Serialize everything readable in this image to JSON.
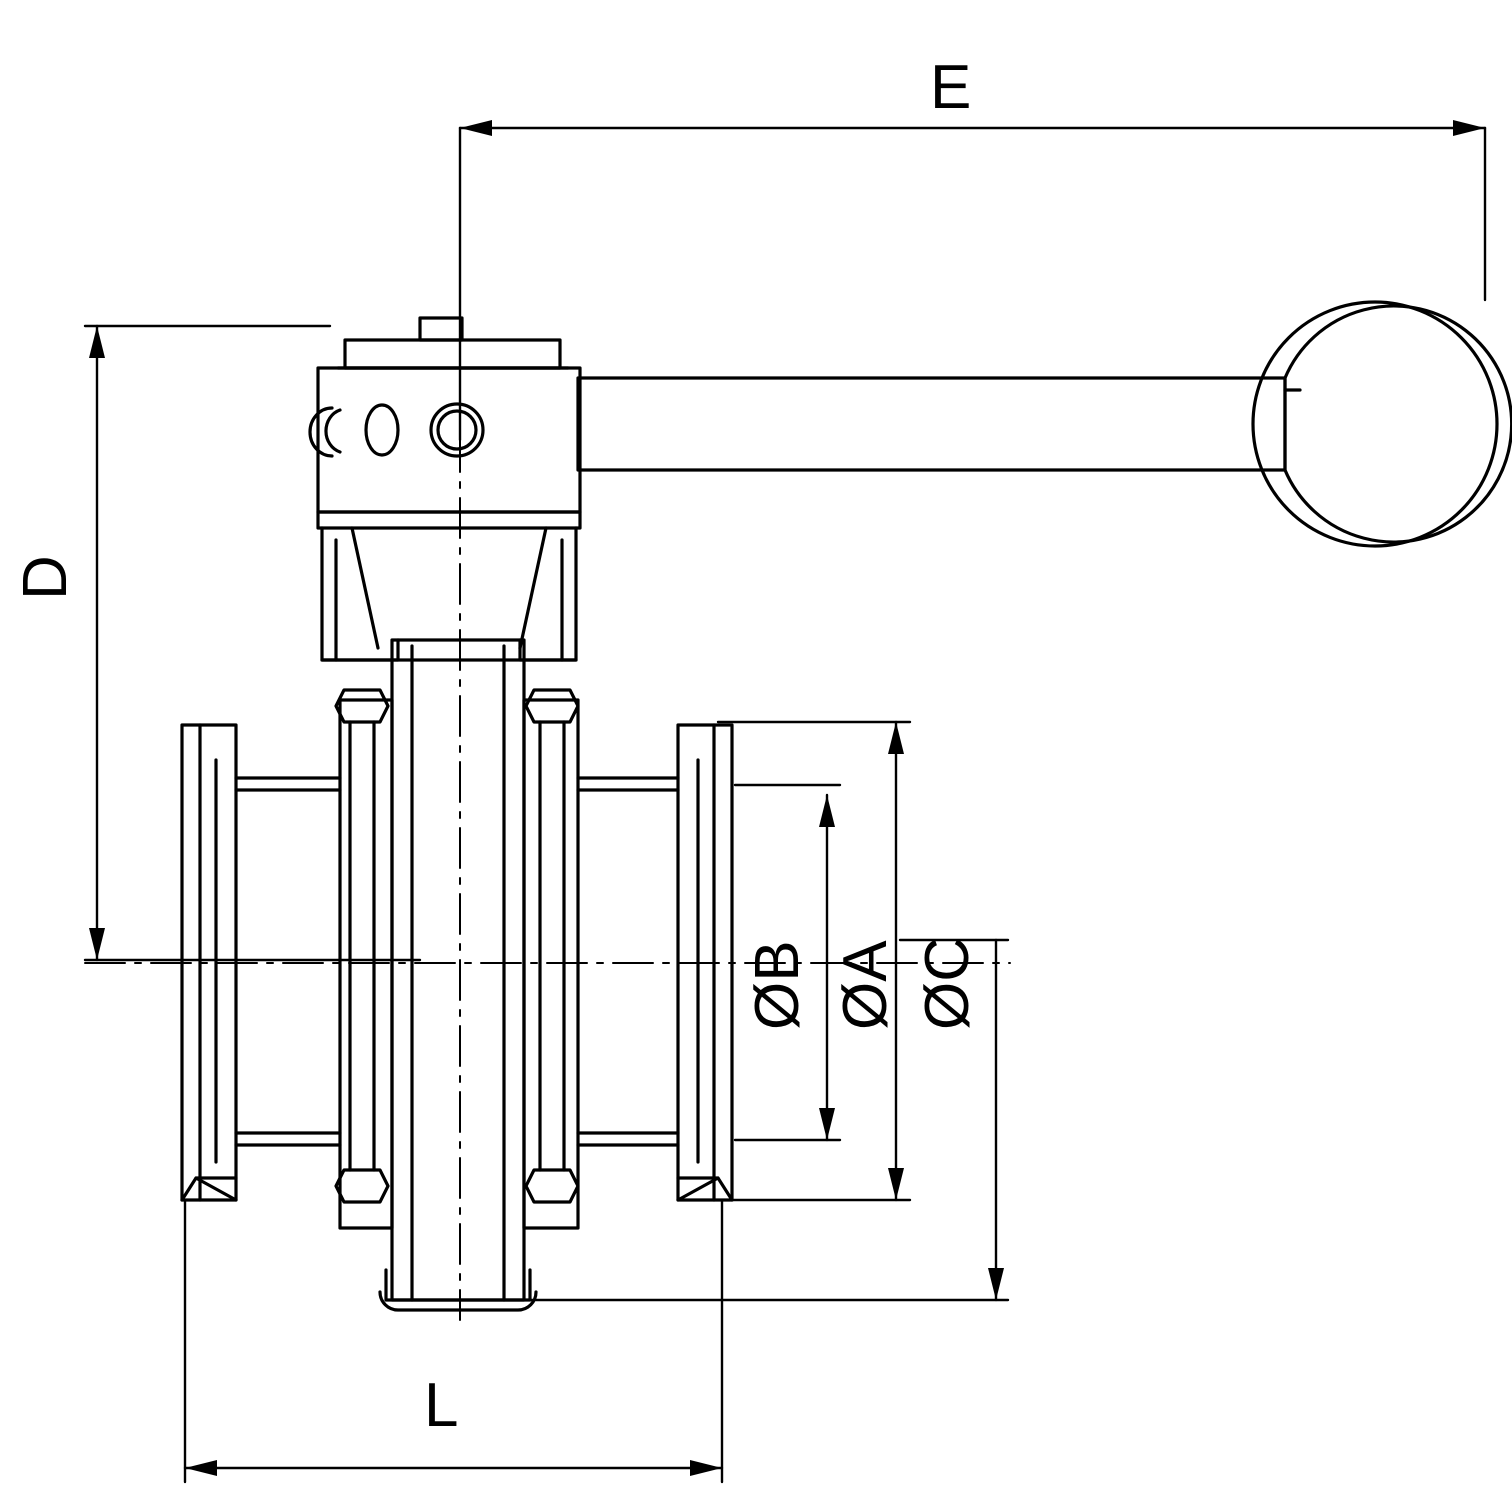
{
  "drawing": {
    "title": "Butterfly valve with clamp ends and pull handle - dimensioned technical drawing",
    "type": "engineering-dimension-drawing",
    "line_color": "#000000",
    "background_color": "#ffffff",
    "dimension_labels": [
      {
        "id": "E",
        "text": "E",
        "meaning": "overall handle length",
        "orientation": "horizontal"
      },
      {
        "id": "D",
        "text": "D",
        "meaning": "overall height from centerline to top",
        "orientation": "vertical-rotated"
      },
      {
        "id": "L",
        "text": "L",
        "meaning": "face to face length",
        "orientation": "horizontal"
      },
      {
        "id": "B",
        "text": "ØB",
        "meaning": "bore diameter",
        "orientation": "vertical-rotated"
      },
      {
        "id": "A",
        "text": "ØA",
        "meaning": "seat diameter",
        "orientation": "vertical-rotated"
      },
      {
        "id": "C",
        "text": "ØC",
        "meaning": "clamp ferrule outside diameter",
        "orientation": "vertical-rotated"
      }
    ]
  }
}
